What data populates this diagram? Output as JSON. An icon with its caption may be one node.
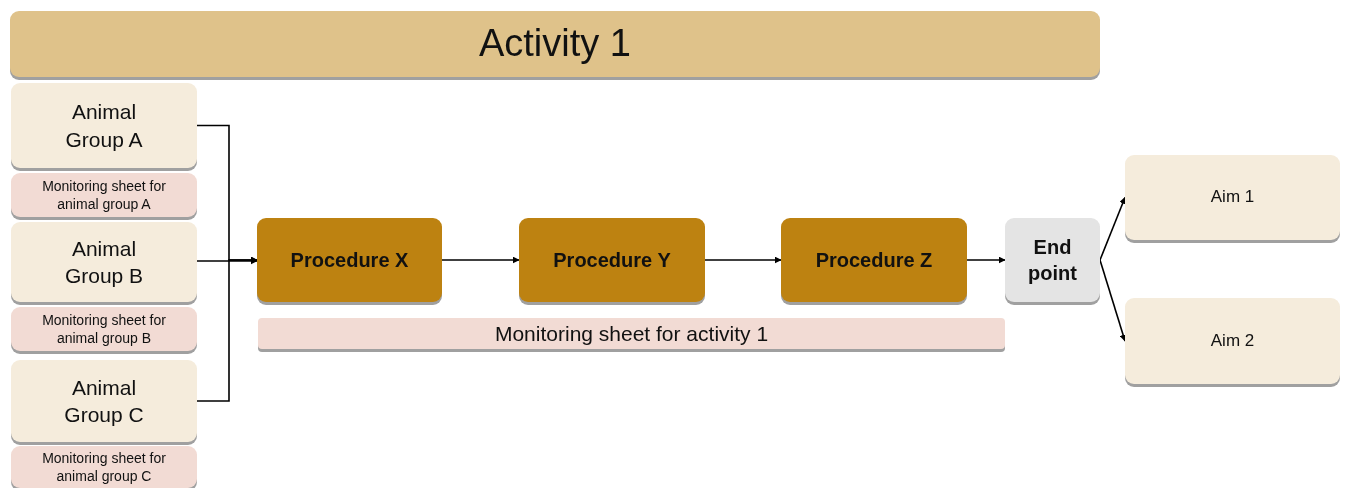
{
  "diagram": {
    "nodes": [
      {
        "text": [
          "Activity 1"
        ]
      },
      {
        "text": [
          "Animal Group A"
        ]
      },
      {
        "text": [
          "Monitoring sheet for animal group A"
        ]
      },
      {
        "text": [
          "Animal Group B"
        ]
      },
      {
        "text": [
          "Monitoring sheet for animal group B"
        ]
      },
      {
        "text": [
          "Animal Group C"
        ]
      },
      {
        "text": [
          "Monitoring sheet for animal group C"
        ]
      },
      {
        "text": [
          "Procedure X"
        ]
      },
      {
        "text": [
          "Procedure Y"
        ]
      },
      {
        "text": [
          "Procedure Z"
        ]
      },
      {
        "text": [
          "Monitoring sheet for activity 1"
        ]
      },
      {
        "text": [
          "End point"
        ]
      },
      {
        "text": [
          "Aim 1"
        ]
      },
      {
        "text": [
          "Aim 2"
        ]
      }
    ],
    "edges": [
      {
        "from": 1,
        "to": 7,
        "arrow": "to"
      },
      {
        "from": 3,
        "to": 7,
        "arrow": "to"
      },
      {
        "from": 5,
        "to": 7,
        "arrow": "to"
      },
      {
        "from": 7,
        "to": 8,
        "arrow": "to"
      },
      {
        "from": 8,
        "to": 9,
        "arrow": "to"
      },
      {
        "from": 9,
        "to": 11,
        "arrow": "to"
      },
      {
        "from": 11,
        "to": 12,
        "arrow": "to"
      },
      {
        "from": 11,
        "to": 13,
        "arrow": "to"
      }
    ]
  }
}
